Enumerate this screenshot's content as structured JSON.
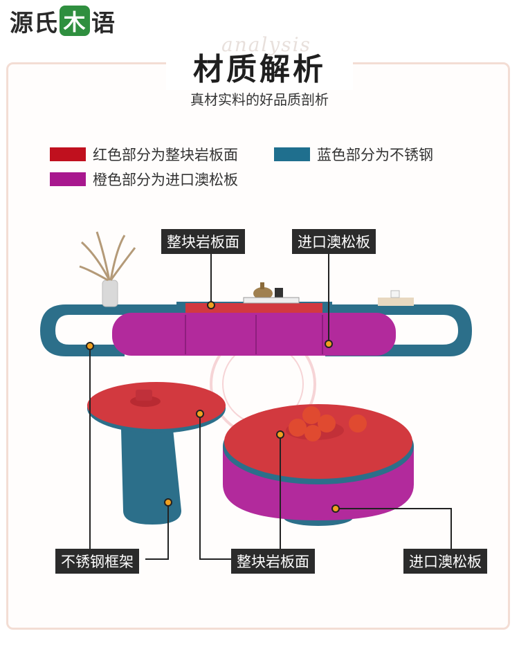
{
  "brand": {
    "pre": "源氏",
    "badge": "木",
    "post": "语"
  },
  "header": {
    "watermark_en": "analysis",
    "title": "材质解析",
    "subtitle": "真材实料的好品质剖析"
  },
  "legend": [
    {
      "label": "红色部分为整块岩板面",
      "color": "#c0101e"
    },
    {
      "label": "蓝色部分为不锈钢",
      "color": "#1f6f8e"
    },
    {
      "label": "橙色部分为进口澳松板",
      "color": "#a8188e"
    }
  ],
  "callouts": {
    "top_slate": "整块岩板面",
    "top_board": "进口澳松板",
    "bottom_steel": "不锈钢框架",
    "bottom_slate": "整块岩板面",
    "bottom_board": "进口澳松板"
  },
  "colors": {
    "slate_red": "#d2393f",
    "steel_blue": "#2c6f8a",
    "board_magenta": "#b22a9c",
    "marker_orange": "#f0a020"
  }
}
